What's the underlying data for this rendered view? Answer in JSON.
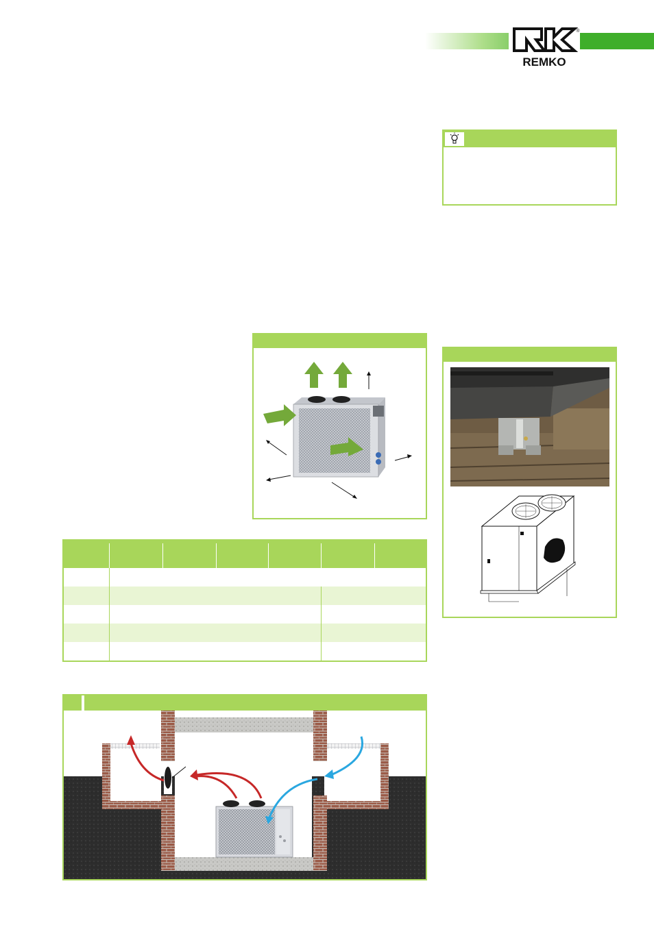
{
  "brand": {
    "name": "REMKO",
    "registered_mark": "®",
    "colors": {
      "accent_green": "#a8d65a",
      "logo_green": "#3fae2a",
      "brick": "#9b5a47",
      "soil": "#2d2d2d",
      "warm_air": "#c62828",
      "cold_air": "#2aa7e0"
    }
  },
  "note_box": {
    "icon": "lightbulb-icon"
  },
  "figures": {
    "clearance": {
      "icon": "unit-clearance-illustration"
    },
    "mounting": {
      "photo": "mounting-foot-photo",
      "drawing": "outdoor-unit-drawing"
    },
    "basement": {
      "illustration": "basement-installation-diagram"
    }
  },
  "table": {
    "column_count": 7,
    "row_count": 5
  }
}
